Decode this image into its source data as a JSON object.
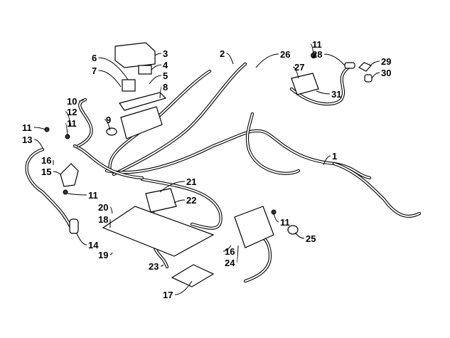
{
  "diagram": {
    "type": "exploded parts diagram - wiring harness",
    "callouts": [
      "1",
      "2",
      "3",
      "4",
      "5",
      "6",
      "7",
      "8",
      "9",
      "10",
      "11",
      "11",
      "11",
      "11",
      "11",
      "12",
      "13",
      "14",
      "15",
      "16",
      "16",
      "17",
      "18",
      "19",
      "20",
      "21",
      "22",
      "23",
      "24",
      "25",
      "26",
      "27",
      "28",
      "29",
      "30",
      "31"
    ]
  }
}
